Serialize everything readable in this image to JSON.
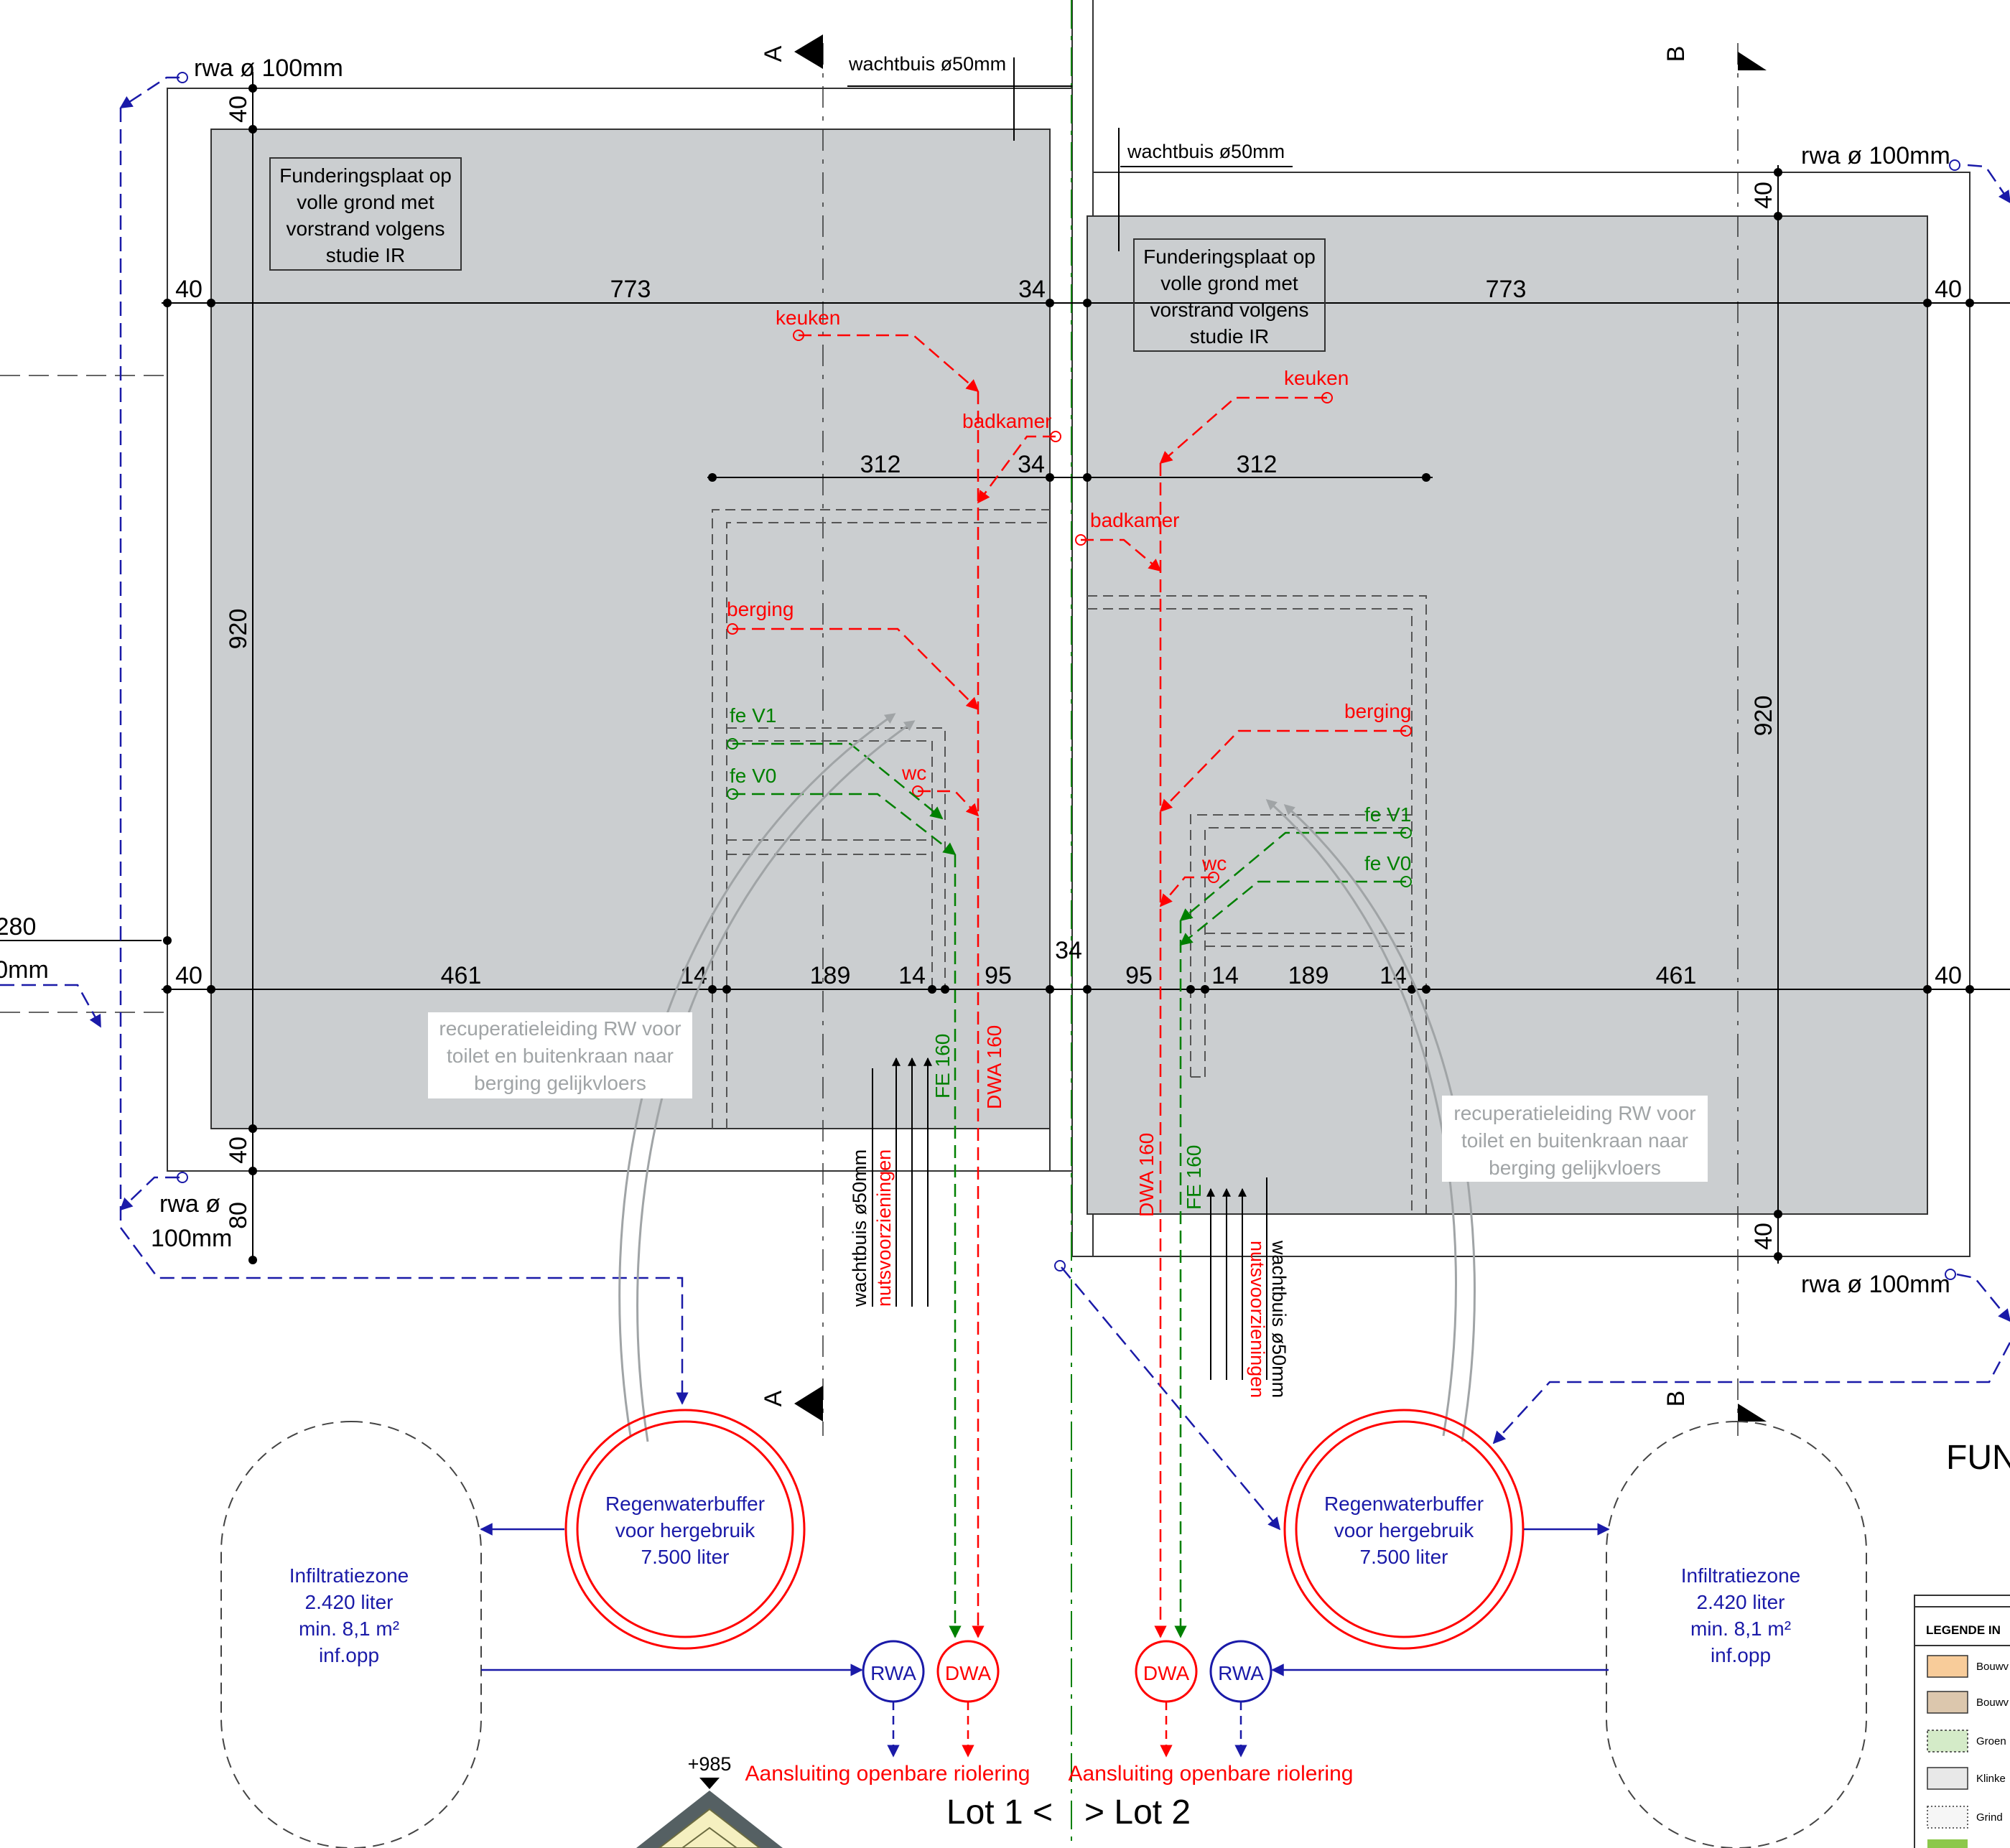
{
  "colors": {
    "slab": "#cbced0",
    "dim": "#000000",
    "rwa": "#1a1aa8",
    "dwa": "#ff0000",
    "fe": "#008000",
    "recup": "#a0a4a6",
    "dashed_wall": "#555555"
  },
  "sections": {
    "a": "A",
    "b": "B"
  },
  "rwa_pipe": "rwa ø 100mm",
  "rwa_pipe_split": [
    "rwa ø",
    "100mm"
  ],
  "wachtbuis": "wachtbuis ø50mm",
  "wachtbuis_short": "wachtbuis ø50mm",
  "nuts": "nutsvoorzieningen",
  "fundering_note": [
    "Funderingsplaat op",
    "volle grond met",
    "vorstrand volgens",
    "studie IR"
  ],
  "rooms": {
    "keuken": "keuken",
    "badkamer": "badkamer",
    "berging": "berging",
    "wc": "wc",
    "fe_v1": "fe V1",
    "fe_v0": "fe V0"
  },
  "pipes": {
    "fe160": "FE 160",
    "dwa160": "DWA 160"
  },
  "recup_note": [
    "recuperatieleiding RW voor",
    "toilet en buitenkraan naar",
    "berging gelijkvloers"
  ],
  "buffer": [
    "Regenwaterbuffer",
    "voor hergebruik",
    "7.500 liter"
  ],
  "infiltration": [
    "Infiltratiezone",
    "2.420 liter",
    "min. 8,1 m²",
    "inf.opp"
  ],
  "connections": {
    "rwa": "RWA",
    "dwa": "DWA",
    "aansluiting": "Aansluiting openbare riolering"
  },
  "lots": {
    "lot1": "Lot 1 <",
    "lot2": "> Lot 2"
  },
  "level": "+985",
  "dimensions": {
    "lot1_top": [
      "40",
      "773",
      "34"
    ],
    "lot1_inner": [
      "312",
      "34"
    ],
    "lot1_bottom": [
      "40",
      "461",
      "14",
      "189",
      "14",
      "95"
    ],
    "lot1_vertical": [
      "40",
      "920",
      "40",
      "80"
    ],
    "lot2_top": [
      "773",
      "40"
    ],
    "lot2_inner": [
      "312"
    ],
    "lot2_bottom": [
      "95",
      "14",
      "189",
      "14",
      "461",
      "40"
    ],
    "lot2_vertical": [
      "40",
      "920",
      "40"
    ],
    "middle": "34",
    "left_edge": [
      "280",
      "0mm"
    ]
  },
  "title_fragment": "FUN",
  "legend": {
    "title": "LEGENDE IN",
    "items": [
      "Bouwv",
      "Bouwv",
      "Groen",
      "Klinke",
      "Grind"
    ],
    "swatches": [
      "#f8cc9a",
      "#dcc7ad",
      "#d4ebc8",
      "#e8e8e8",
      "#f6f6f6"
    ]
  }
}
